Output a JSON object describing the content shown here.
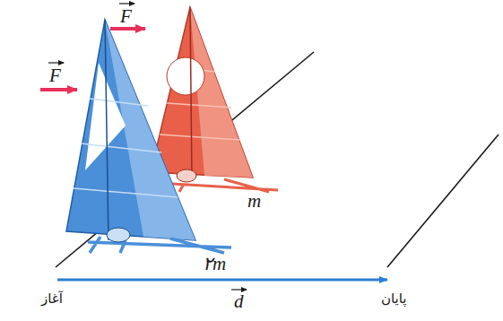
{
  "diagram": {
    "labels": [
      "F",
      "F",
      "m",
      "۲m",
      "آغاز",
      "d",
      "پایان"
    ]
  }
}
